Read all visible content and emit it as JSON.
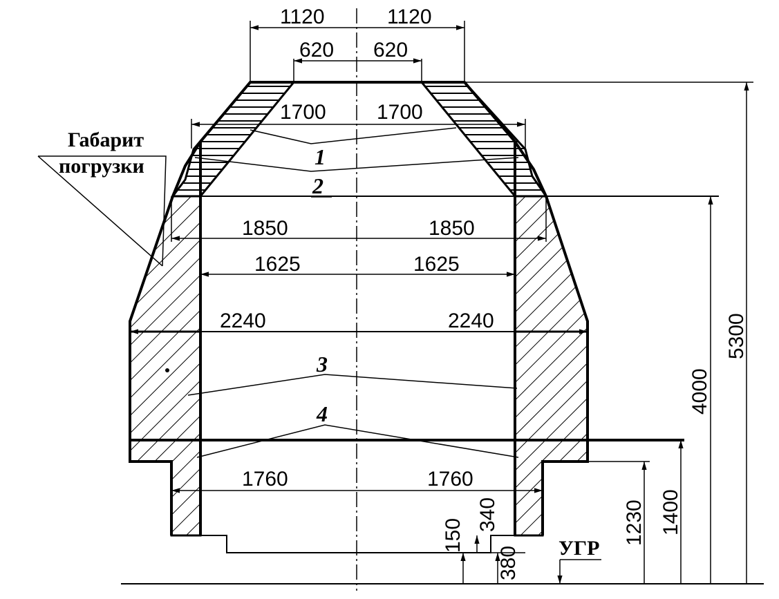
{
  "diagram": {
    "labels": {
      "gabarit_line1": "Габарит",
      "gabarit_line2": "погрузки",
      "ugr": "УГР"
    },
    "callouts": {
      "n1": "1",
      "n2": "2",
      "n3": "3",
      "n4": "4"
    },
    "dimensions": {
      "top_half_left": "1120",
      "top_half_right": "1120",
      "top_inner_left": "620",
      "top_inner_right": "620",
      "upper_left": "1700",
      "upper_right": "1700",
      "wide_left": "1850",
      "wide_right": "1850",
      "mid_left": "1625",
      "mid_right": "1625",
      "max_left": "2240",
      "max_right": "2240",
      "low_left": "1760",
      "low_right": "1760",
      "h150": "150",
      "h340": "340",
      "h380": "380",
      "h1230": "1230",
      "h1400": "1400",
      "h4000": "4000",
      "h5300": "5300"
    }
  }
}
